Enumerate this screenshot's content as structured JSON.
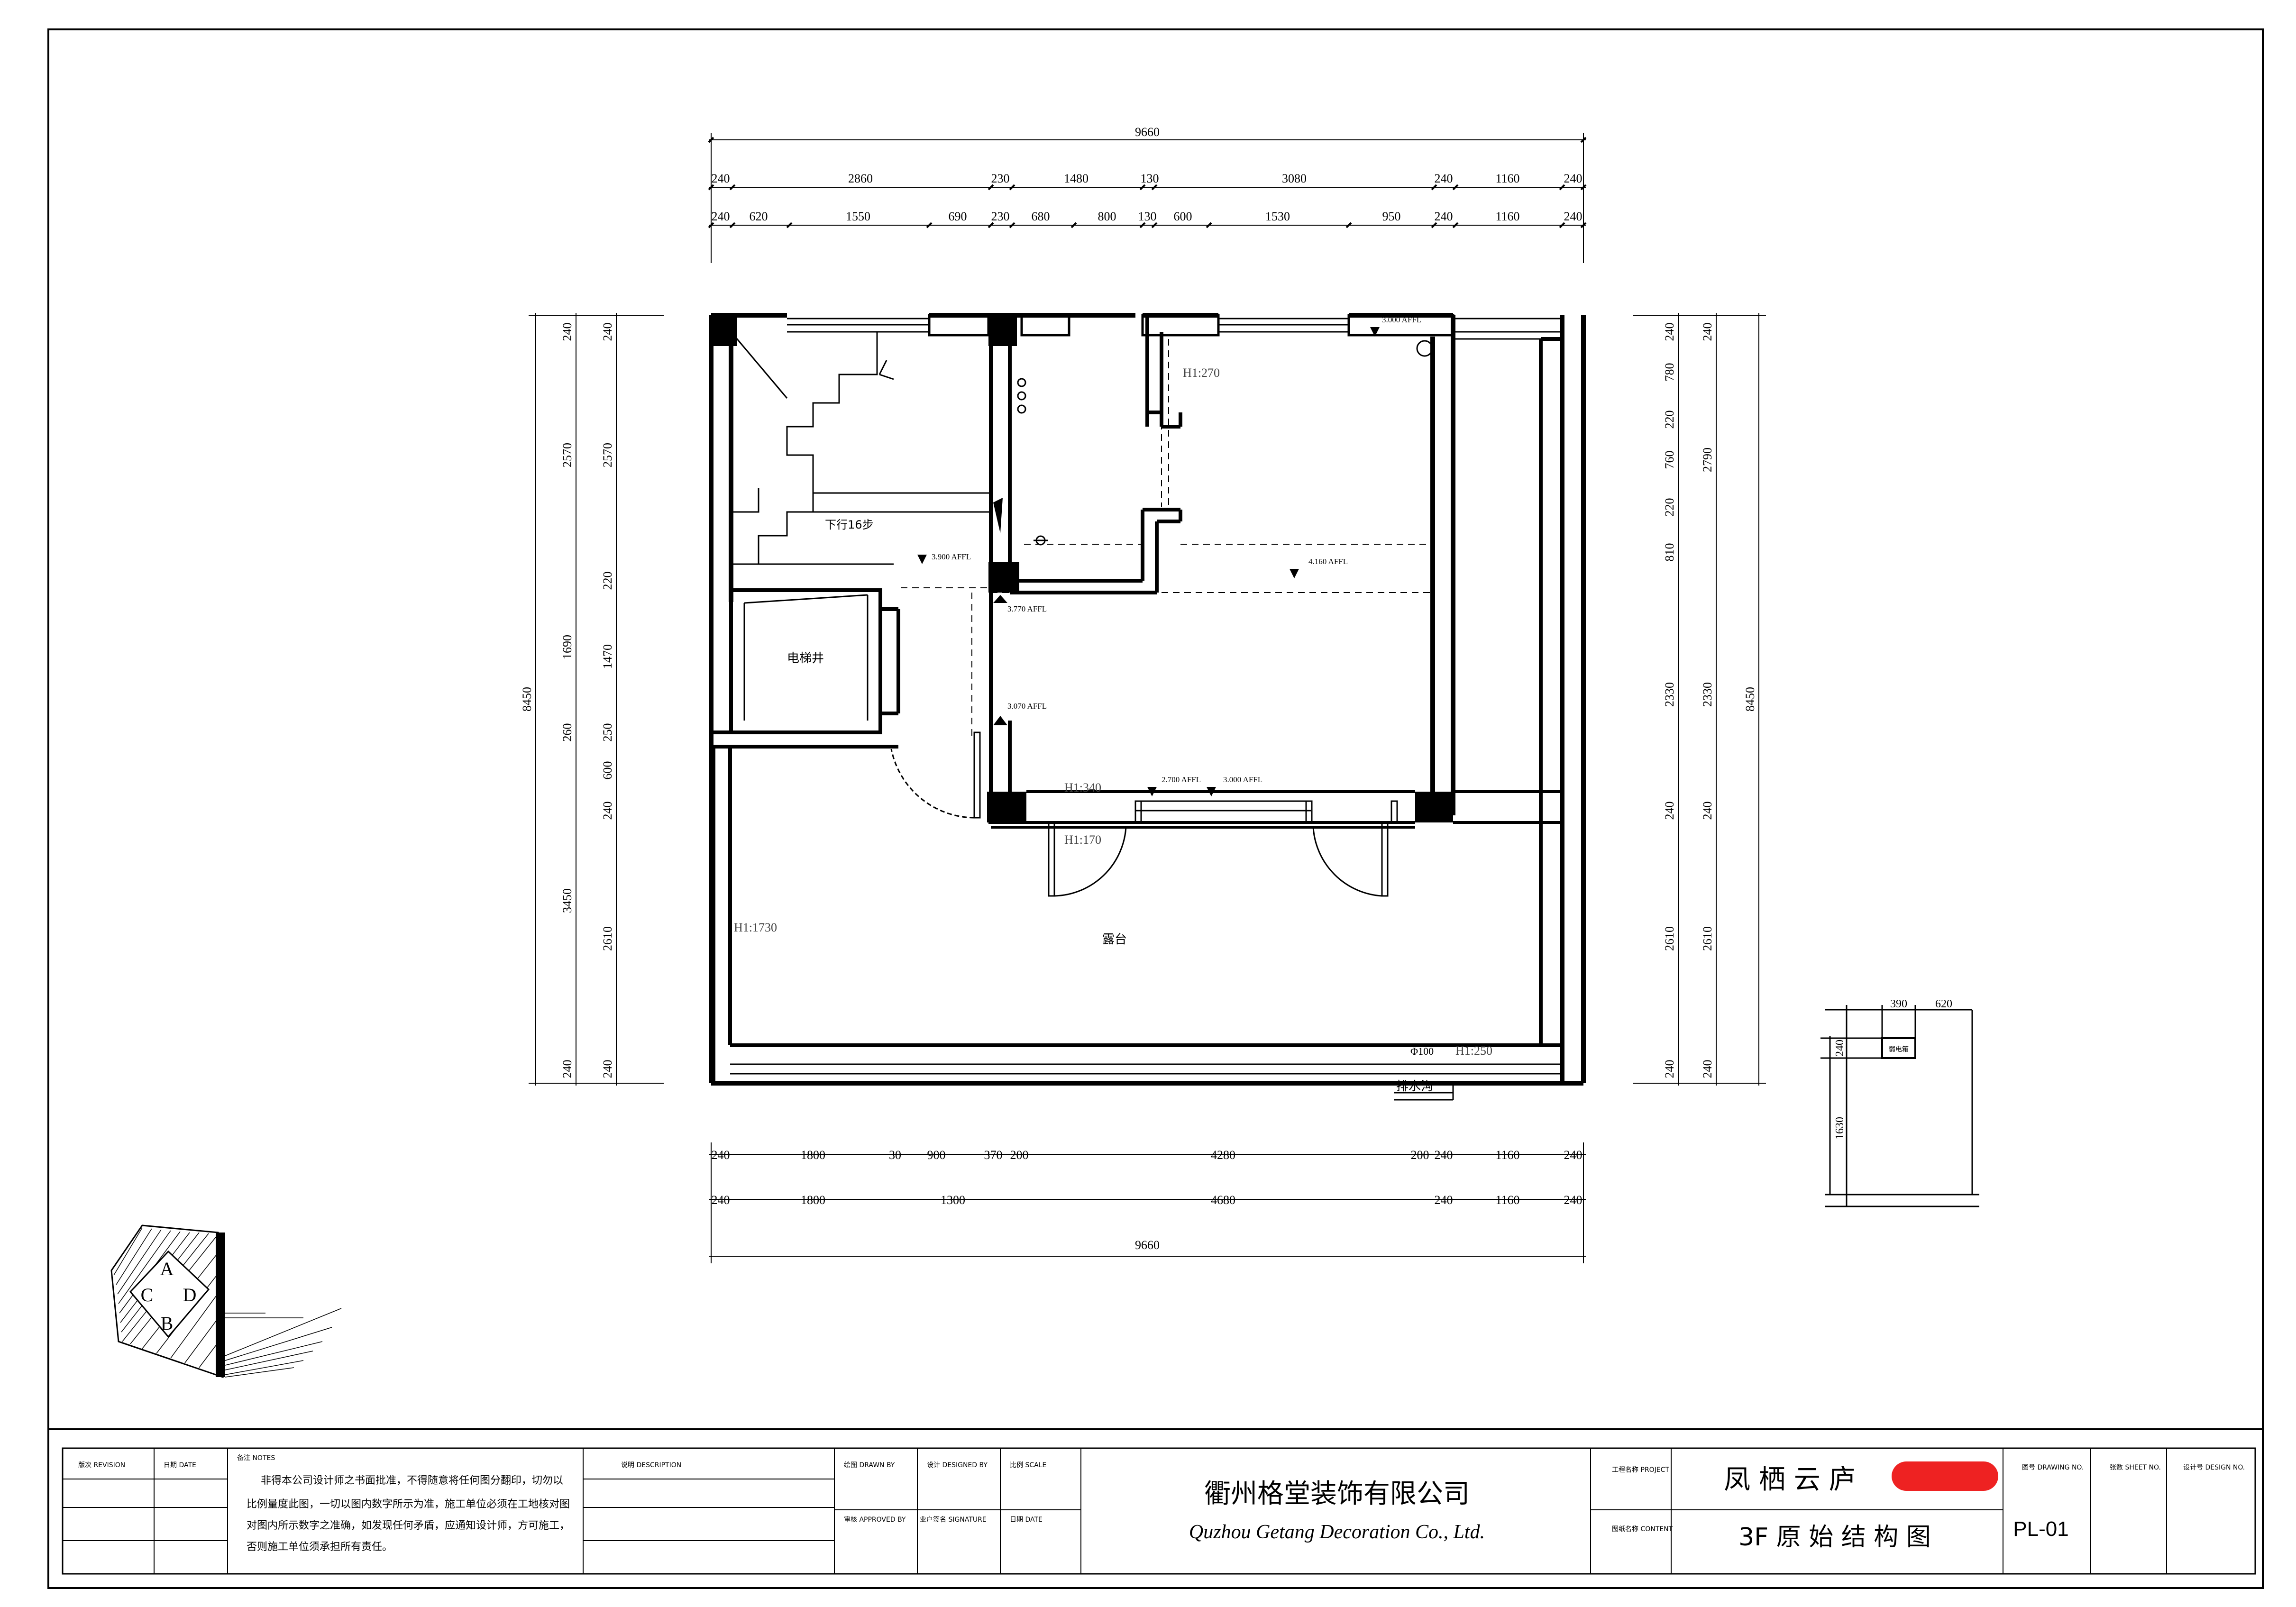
{
  "dimensions": {
    "top_total": "9660",
    "top_row1": [
      "240",
      "2860",
      "230",
      "1480",
      "130",
      "3080",
      "240",
      "1160",
      "240"
    ],
    "top_row2": [
      "240",
      "620",
      "1550",
      "690",
      "230",
      "680",
      "800",
      "130",
      "600",
      "1530",
      "950",
      "240",
      "1160",
      "240"
    ],
    "bottom_row1": [
      "240",
      "1800",
      "30",
      "900",
      "370",
      "200",
      "4280",
      "200",
      "240",
      "1160",
      "240"
    ],
    "bottom_row2": [
      "240",
      "1800",
      "1300",
      "4680",
      "240",
      "1160",
      "240"
    ],
    "bottom_total": "9660",
    "left_total": "8450",
    "left_outer": [
      "240",
      "2570",
      "1690",
      "260",
      "3450",
      "240"
    ],
    "left_inner": [
      "240",
      "2570",
      "220",
      "1470",
      "250",
      "600",
      "240",
      "2610",
      "240"
    ],
    "right_inner": [
      "240",
      "780",
      "220",
      "760",
      "220",
      "810",
      "2330",
      "240",
      "2610",
      "240"
    ],
    "right_outer": [
      "240",
      "2790",
      "2330",
      "240",
      "2610",
      "240"
    ],
    "right_total": "8450"
  },
  "labels": {
    "stair": "下行16步",
    "elevator": "电梯井",
    "terrace": "露台",
    "drain": "排水沟",
    "drain_note": "Φ100",
    "h270": "H1:270",
    "h340": "H1:340",
    "h170": "H1:170",
    "h1730": "H1:1730",
    "h250": "H1:250",
    "lv_3000_a": "3.000 AFFL",
    "lv_3900": "3.900 AFFL",
    "lv_4160": "4.160 AFFL",
    "lv_3770": "3.770 AFFL",
    "lv_3070": "3.070 AFFL",
    "lv_2700": "2.700 AFFL",
    "lv_3000_b": "3.000 AFFL"
  },
  "detail": {
    "d390": "390",
    "d620": "620",
    "d240": "240",
    "d1630": "1630",
    "box": "弱电箱"
  },
  "title_block": {
    "rev_label": "版次 REVISION",
    "date_label": "日期 DATE",
    "notes_label": "备注 NOTES",
    "notes_lines": [
      "非得本公司设计师之书面批准，不得随意将任何图分翻印，切勿以",
      "比例量度此图，一切以图内数字所示为准，施工单位必须在工地核对图",
      "对图内所示数字之准确，如发现任何矛盾，应通知设计师，方可施工，",
      "否则施工单位须承担所有责任。"
    ],
    "desc_label": "说明 DESCRIPTION",
    "drawn_label": "绘图 DRAWN BY",
    "designed_label": "设计 DESIGNED BY",
    "scale_label": "比例 SCALE",
    "approved_label": "审核 APPROVED BY",
    "client_sign_label": "业户签名 SIGNATURE",
    "date2_label": "日期 DATE",
    "company_cn": "衢州格堂装饰有限公司",
    "company_en": "Quzhou Getang Decoration Co., Ltd.",
    "project_label": "工程名称 PROJECT",
    "content_label": "图纸名称 CONTENT",
    "project_name": "凤 栖 云 庐",
    "drawing_title": "3F 原 始 结 构 图",
    "drawing_no_label": "图号 DRAWING NO.",
    "sheet_no_label": "张数 SHEET NO.",
    "design_no_label": "设计号 DESIGN NO.",
    "drawing_no": "PL-01",
    "redaction_color": "#ee2222"
  },
  "logo": {
    "letters": [
      "A",
      "C",
      "D",
      "B"
    ]
  }
}
